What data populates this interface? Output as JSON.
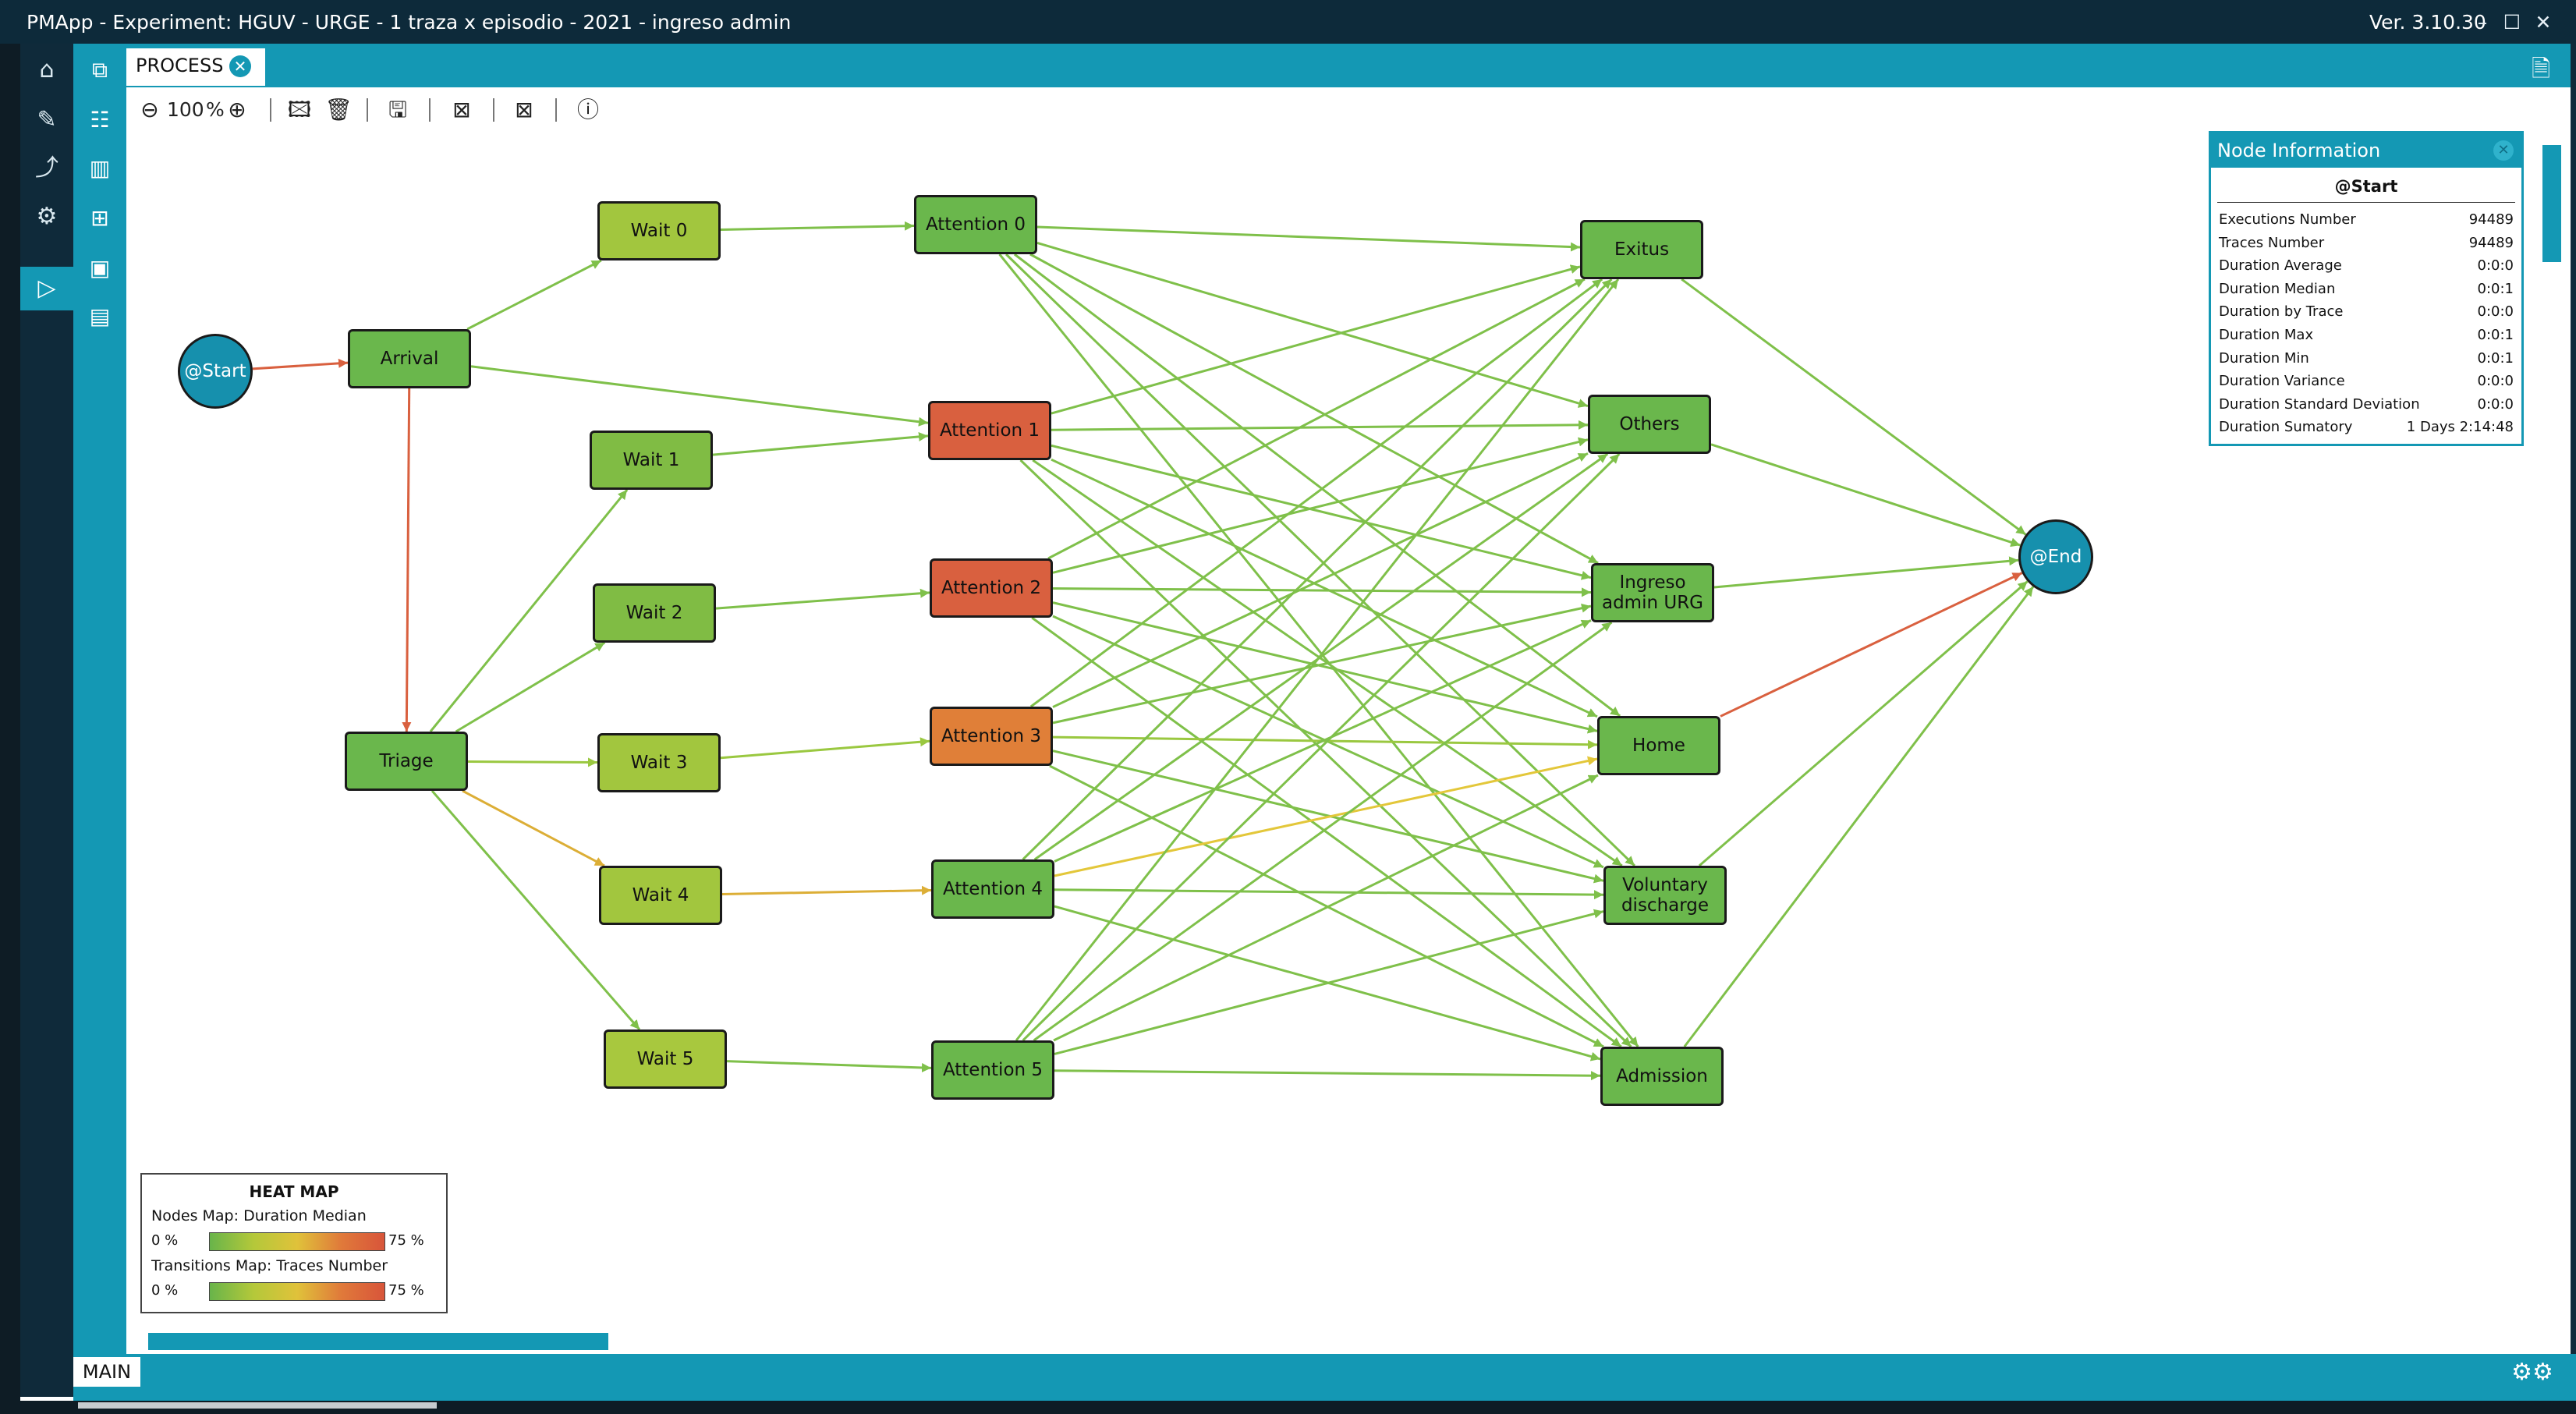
{
  "window": {
    "title": "PMApp  -  Experiment: HGUV - URGE - 1 traza x episodio - 2021 - ingreso admin",
    "version": "Ver. 3.10.30",
    "controls": {
      "minimize": "–",
      "maximize": "☐",
      "close": "✕"
    }
  },
  "nav_icons": [
    "home-icon",
    "edit-icon",
    "process-flow-icon",
    "settings-icon",
    "play-icon"
  ],
  "tool_icons": [
    "layers-icon",
    "sliders-icon",
    "bar-chart-icon",
    "grid-icon",
    "briefcase-icon",
    "console-icon"
  ],
  "tab": {
    "label": "PROCESS",
    "close": "✕"
  },
  "toolbar": {
    "zoom_value": "100",
    "zoom_unit": "%"
  },
  "graph": {
    "nodes": [
      {
        "id": "start",
        "label": "@Start",
        "color": "#1690ad"
      },
      {
        "id": "arrival",
        "label": "Arrival",
        "color": "#6ab74c"
      },
      {
        "id": "triage",
        "label": "Triage",
        "color": "#6ab74c"
      },
      {
        "id": "wait0",
        "label": "Wait 0",
        "color": "#a2c63e"
      },
      {
        "id": "wait1",
        "label": "Wait 1",
        "color": "#80bc44"
      },
      {
        "id": "wait2",
        "label": "Wait 2",
        "color": "#80bc44"
      },
      {
        "id": "wait3",
        "label": "Wait 3",
        "color": "#a2c63e"
      },
      {
        "id": "wait4",
        "label": "Wait 4",
        "color": "#a2c63e"
      },
      {
        "id": "wait5",
        "label": "Wait 5",
        "color": "#a8c83e"
      },
      {
        "id": "att0",
        "label": "Attention 0",
        "color": "#6ab74c"
      },
      {
        "id": "att1",
        "label": "Attention 1",
        "color": "#d9603f"
      },
      {
        "id": "att2",
        "label": "Attention 2",
        "color": "#d9603f"
      },
      {
        "id": "att3",
        "label": "Attention 3",
        "color": "#e07f38"
      },
      {
        "id": "att4",
        "label": "Attention 4",
        "color": "#6ab74c"
      },
      {
        "id": "att5",
        "label": "Attention 5",
        "color": "#6ab74c"
      },
      {
        "id": "exitus",
        "label": "Exitus",
        "color": "#6ab74c"
      },
      {
        "id": "others",
        "label": "Others",
        "color": "#6ab74c"
      },
      {
        "id": "ingreso",
        "label": "Ingreso admin URG",
        "color": "#6ab74c"
      },
      {
        "id": "home",
        "label": "Home",
        "color": "#6ab74c"
      },
      {
        "id": "voluntary",
        "label": "Voluntary discharge",
        "color": "#6ab74c"
      },
      {
        "id": "admission",
        "label": "Admission",
        "color": "#6ab74c"
      },
      {
        "id": "end",
        "label": "@End",
        "color": "#1690ad"
      }
    ],
    "edges": [
      {
        "from": "start",
        "to": "arrival",
        "color": "#d9603f"
      },
      {
        "from": "arrival",
        "to": "triage",
        "color": "#d9603f"
      },
      {
        "from": "arrival",
        "to": "wait0",
        "color": "#7fc04a"
      },
      {
        "from": "arrival",
        "to": "att1",
        "color": "#7fc04a"
      },
      {
        "from": "triage",
        "to": "wait1",
        "color": "#7fc04a"
      },
      {
        "from": "triage",
        "to": "wait2",
        "color": "#7fc04a"
      },
      {
        "from": "triage",
        "to": "wait3",
        "color": "#9ac840"
      },
      {
        "from": "triage",
        "to": "wait4",
        "color": "#dcae36"
      },
      {
        "from": "triage",
        "to": "wait5",
        "color": "#7fc04a"
      },
      {
        "from": "wait0",
        "to": "att0",
        "color": "#7fc04a"
      },
      {
        "from": "wait1",
        "to": "att1",
        "color": "#7fc04a"
      },
      {
        "from": "wait2",
        "to": "att2",
        "color": "#7fc04a"
      },
      {
        "from": "wait3",
        "to": "att3",
        "color": "#9ac840"
      },
      {
        "from": "wait4",
        "to": "att4",
        "color": "#dcae36"
      },
      {
        "from": "wait5",
        "to": "att5",
        "color": "#7fc04a"
      },
      {
        "from": "att0",
        "to": "exitus",
        "color": "#7fc04a"
      },
      {
        "from": "att0",
        "to": "others",
        "color": "#7fc04a"
      },
      {
        "from": "att0",
        "to": "ingreso",
        "color": "#7fc04a"
      },
      {
        "from": "att0",
        "to": "home",
        "color": "#7fc04a"
      },
      {
        "from": "att0",
        "to": "voluntary",
        "color": "#7fc04a"
      },
      {
        "from": "att0",
        "to": "admission",
        "color": "#7fc04a"
      },
      {
        "from": "att1",
        "to": "exitus",
        "color": "#7fc04a"
      },
      {
        "from": "att1",
        "to": "others",
        "color": "#7fc04a"
      },
      {
        "from": "att1",
        "to": "ingreso",
        "color": "#7fc04a"
      },
      {
        "from": "att1",
        "to": "home",
        "color": "#7fc04a"
      },
      {
        "from": "att1",
        "to": "voluntary",
        "color": "#7fc04a"
      },
      {
        "from": "att1",
        "to": "admission",
        "color": "#7fc04a"
      },
      {
        "from": "att2",
        "to": "exitus",
        "color": "#7fc04a"
      },
      {
        "from": "att2",
        "to": "others",
        "color": "#7fc04a"
      },
      {
        "from": "att2",
        "to": "ingreso",
        "color": "#7fc04a"
      },
      {
        "from": "att2",
        "to": "home",
        "color": "#7fc04a"
      },
      {
        "from": "att2",
        "to": "voluntary",
        "color": "#7fc04a"
      },
      {
        "from": "att2",
        "to": "admission",
        "color": "#7fc04a"
      },
      {
        "from": "att3",
        "to": "exitus",
        "color": "#7fc04a"
      },
      {
        "from": "att3",
        "to": "others",
        "color": "#7fc04a"
      },
      {
        "from": "att3",
        "to": "ingreso",
        "color": "#7fc04a"
      },
      {
        "from": "att3",
        "to": "home",
        "color": "#9ac840"
      },
      {
        "from": "att3",
        "to": "voluntary",
        "color": "#7fc04a"
      },
      {
        "from": "att3",
        "to": "admission",
        "color": "#7fc04a"
      },
      {
        "from": "att4",
        "to": "exitus",
        "color": "#7fc04a"
      },
      {
        "from": "att4",
        "to": "others",
        "color": "#7fc04a"
      },
      {
        "from": "att4",
        "to": "ingreso",
        "color": "#7fc04a"
      },
      {
        "from": "att4",
        "to": "home",
        "color": "#e3c73a"
      },
      {
        "from": "att4",
        "to": "voluntary",
        "color": "#7fc04a"
      },
      {
        "from": "att4",
        "to": "admission",
        "color": "#7fc04a"
      },
      {
        "from": "att5",
        "to": "exitus",
        "color": "#7fc04a"
      },
      {
        "from": "att5",
        "to": "others",
        "color": "#7fc04a"
      },
      {
        "from": "att5",
        "to": "ingreso",
        "color": "#7fc04a"
      },
      {
        "from": "att5",
        "to": "home",
        "color": "#7fc04a"
      },
      {
        "from": "att5",
        "to": "voluntary",
        "color": "#7fc04a"
      },
      {
        "from": "att5",
        "to": "admission",
        "color": "#7fc04a"
      },
      {
        "from": "exitus",
        "to": "end",
        "color": "#7fc04a"
      },
      {
        "from": "others",
        "to": "end",
        "color": "#7fc04a"
      },
      {
        "from": "ingreso",
        "to": "end",
        "color": "#7fc04a"
      },
      {
        "from": "home",
        "to": "end",
        "color": "#d9603f"
      },
      {
        "from": "voluntary",
        "to": "end",
        "color": "#7fc04a"
      },
      {
        "from": "admission",
        "to": "end",
        "color": "#7fc04a"
      }
    ]
  },
  "heatmap": {
    "title": "HEAT MAP",
    "nodes_label": "Nodes Map:",
    "nodes_value": "Duration Median",
    "transitions_label": "Transitions Map:",
    "transitions_value": "Traces Number",
    "min": "0 %",
    "max": "75 %"
  },
  "node_info": {
    "title": "Node Information",
    "node": "@Start",
    "stats": [
      {
        "label": "Executions Number",
        "value": "94489"
      },
      {
        "label": "Traces Number",
        "value": "94489"
      },
      {
        "label": "Duration Average",
        "value": "0:0:0"
      },
      {
        "label": "Duration Median",
        "value": "0:0:1"
      },
      {
        "label": "Duration by Trace",
        "value": "0:0:0"
      },
      {
        "label": "Duration Max",
        "value": "0:0:1"
      },
      {
        "label": "Duration Min",
        "value": "0:0:1"
      },
      {
        "label": "Duration Variance",
        "value": "0:0:0"
      },
      {
        "label": "Duration Standard Deviation",
        "value": "0:0:0"
      },
      {
        "label": "Duration Sumatory",
        "value": "1 Days 2:14:48"
      }
    ]
  },
  "bottom": {
    "main_label": "MAIN"
  }
}
